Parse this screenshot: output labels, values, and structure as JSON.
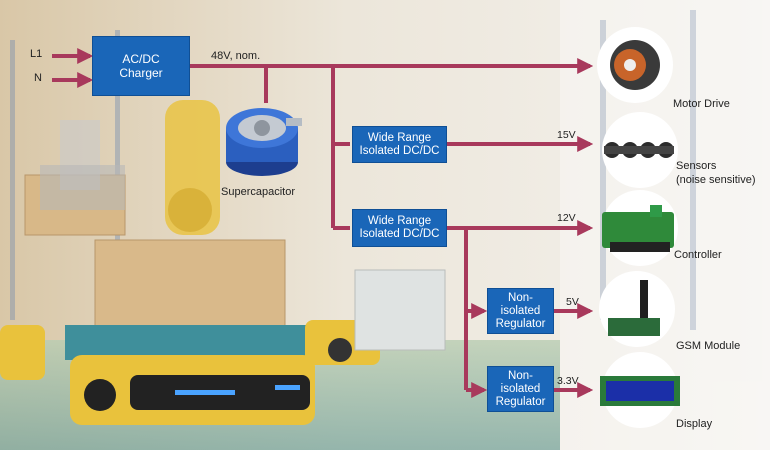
{
  "inputs": {
    "l1": "L1",
    "n": "N"
  },
  "charger": {
    "line1": "AC/DC",
    "line2": "Charger"
  },
  "bus_label": "48V, nom.",
  "supercap_label": "Supercapacitor",
  "dcdc1": {
    "line1": "Wide Range",
    "line2": "Isolated DC/DC"
  },
  "dcdc2": {
    "line1": "Wide Range",
    "line2": "Isolated DC/DC"
  },
  "reg1": {
    "line1": "Non-",
    "line2": "isolated",
    "line3": "Regulator"
  },
  "reg2": {
    "line1": "Non-",
    "line2": "isolated",
    "line3": "Regulator"
  },
  "voltages": {
    "v15": "15V",
    "v12": "12V",
    "v5": "5V",
    "v33": "3.3V"
  },
  "loads": {
    "motor": "Motor Drive",
    "sensors_1": "Sensors",
    "sensors_2": "(noise sensitive)",
    "controller": "Controller",
    "gsm": "GSM Module",
    "display": "Display"
  },
  "colors": {
    "line": "#a8395c",
    "block": "#1a66b8"
  }
}
